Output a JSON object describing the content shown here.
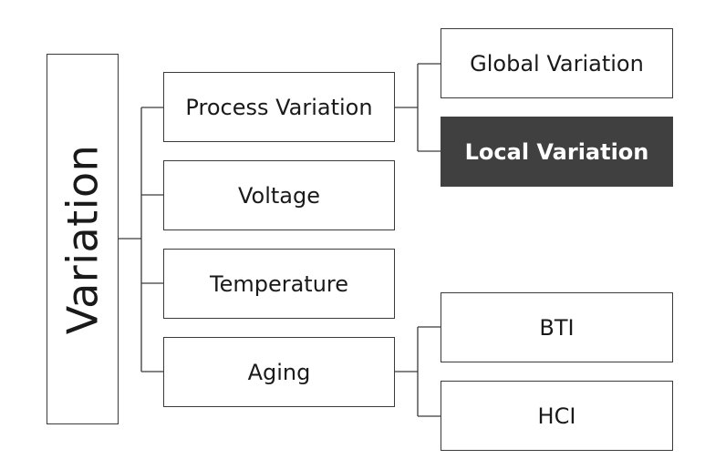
{
  "root": {
    "label": "Variation"
  },
  "categories": [
    {
      "id": "process",
      "label": "Process Variation"
    },
    {
      "id": "voltage",
      "label": "Voltage"
    },
    {
      "id": "temperature",
      "label": "Temperature"
    },
    {
      "id": "aging",
      "label": "Aging"
    }
  ],
  "process_children": [
    {
      "id": "global",
      "label": "Global Variation",
      "highlighted": false
    },
    {
      "id": "local",
      "label": "Local Variation",
      "highlighted": true
    }
  ],
  "aging_children": [
    {
      "id": "bti",
      "label": "BTI"
    },
    {
      "id": "hci",
      "label": "HCI"
    }
  ],
  "colors": {
    "line": "#3a3a3a",
    "highlight_fill": "#404040",
    "highlight_text": "#ffffff"
  }
}
